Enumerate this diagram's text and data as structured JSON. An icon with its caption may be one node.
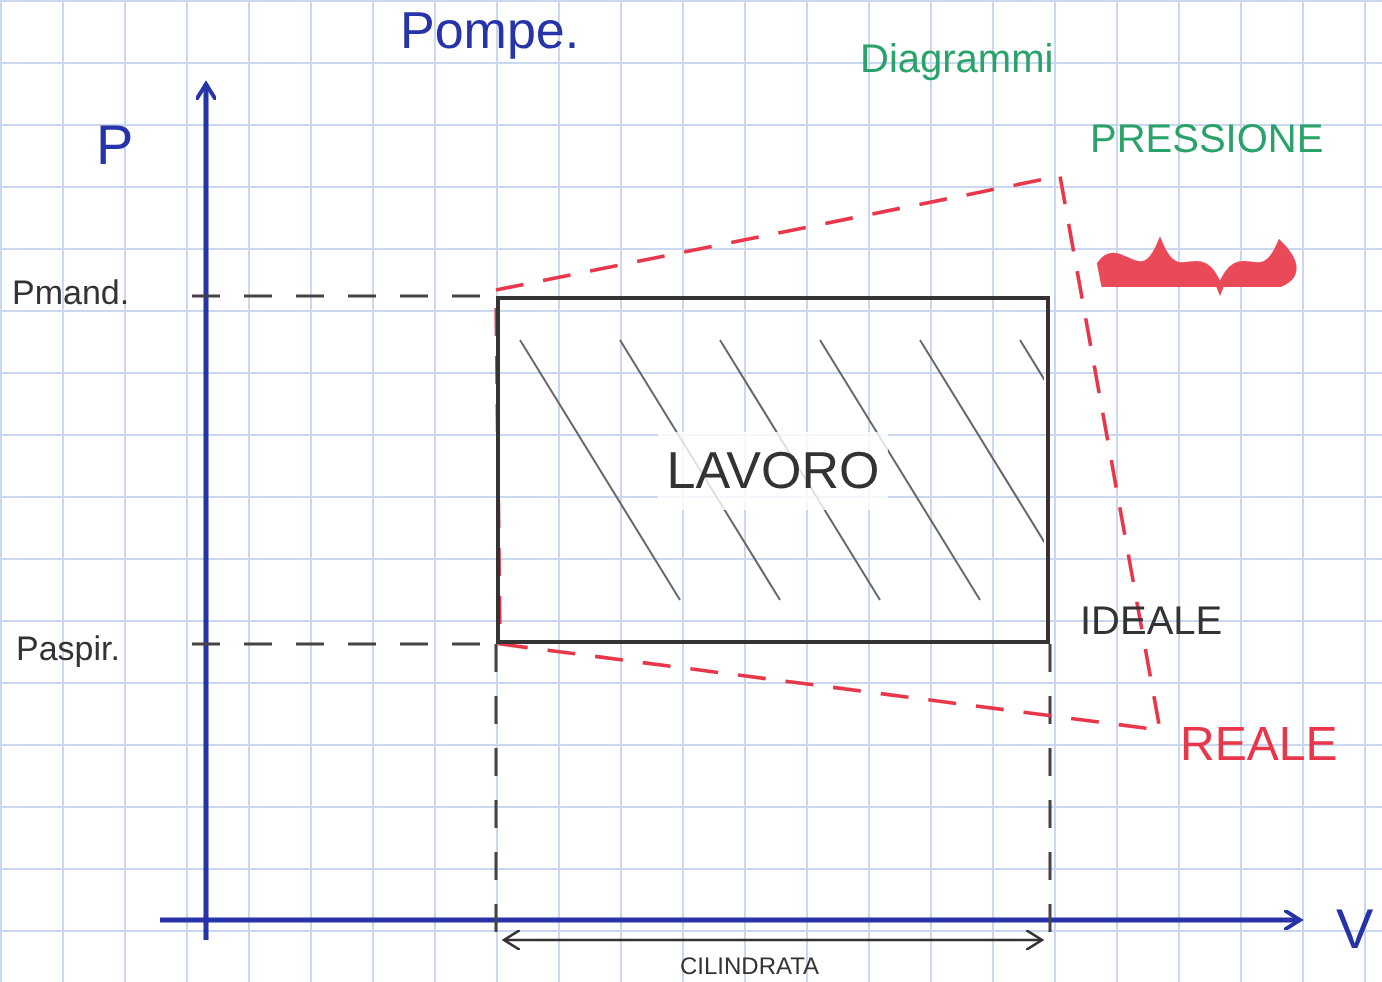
{
  "diagram": {
    "title": "Diagrammi PRESSIONE",
    "nodes": [
      {
        "text": [
          "LAVORO"
        ]
      }
    ],
    "labels": [
      "Pompe.",
      "P",
      "Pmand.",
      "Paspir.",
      "IDEALE",
      "REALE",
      "V",
      "CILINDRATA"
    ]
  }
}
